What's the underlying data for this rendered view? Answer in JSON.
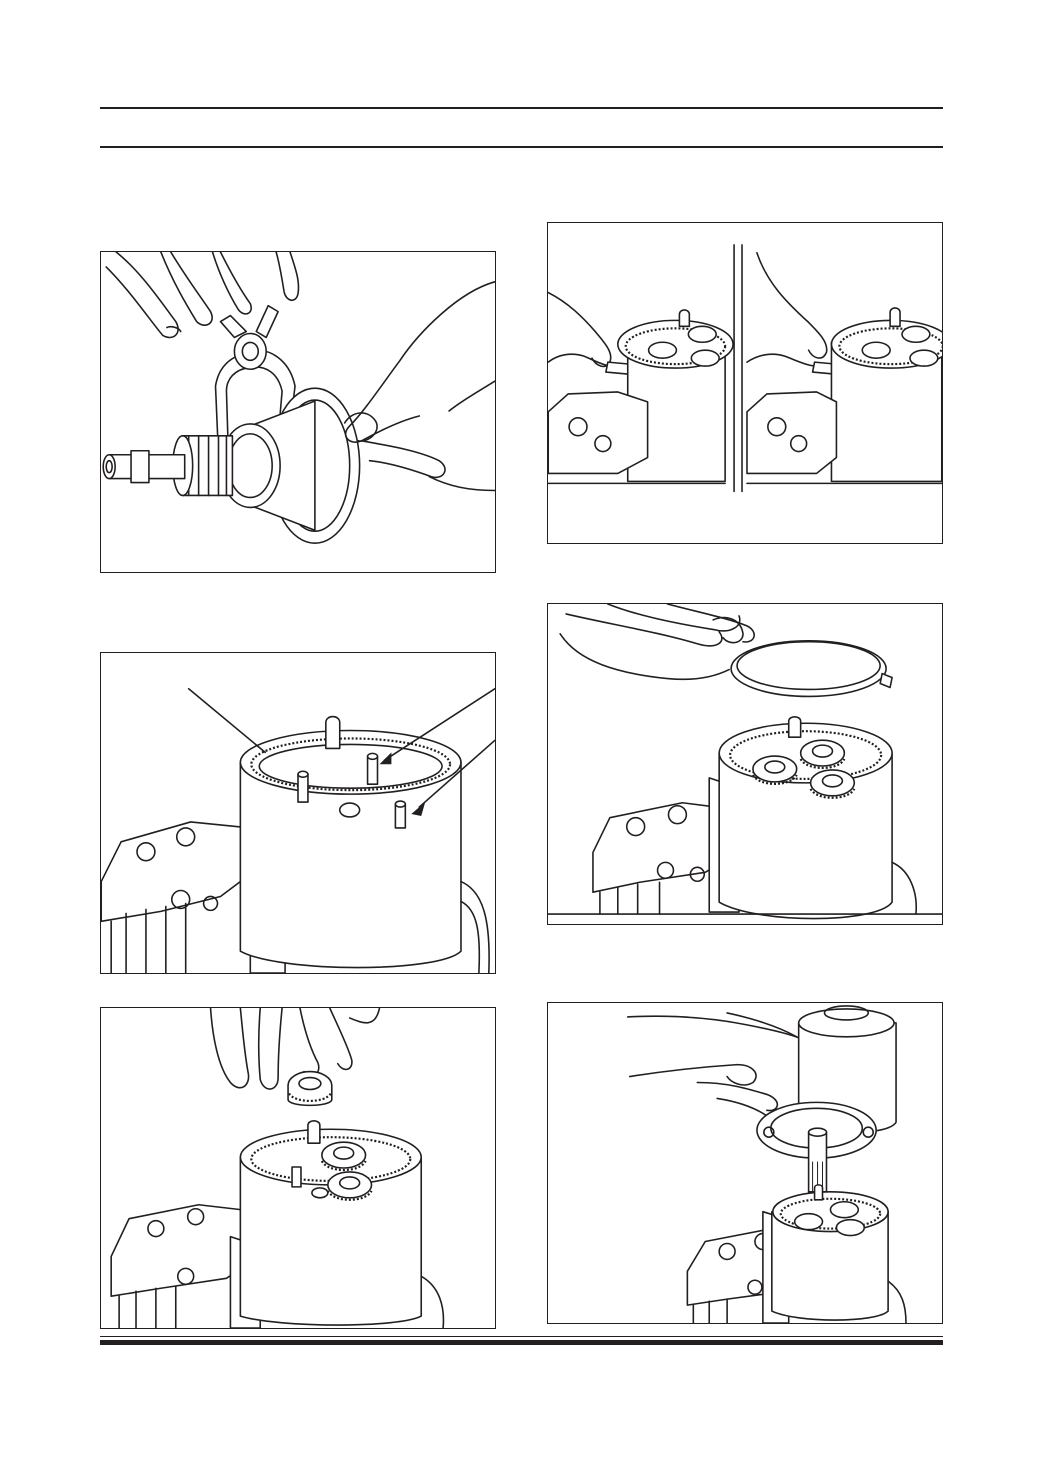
{
  "page": {
    "figures": [
      {
        "id": "fig-1",
        "subject": "pinion-and-lever-removal"
      },
      {
        "id": "fig-2",
        "subject": "ring-gear-and-planet-shafts"
      },
      {
        "id": "fig-3",
        "subject": "fitting-planet-gear"
      },
      {
        "id": "fig-4",
        "subject": "lever-pivot-positions"
      },
      {
        "id": "fig-5",
        "subject": "fitting-ring-cover"
      },
      {
        "id": "fig-6",
        "subject": "fitting-armature-housing"
      }
    ],
    "colors": {
      "ink": "#231f20",
      "paper": "#ffffff"
    }
  }
}
